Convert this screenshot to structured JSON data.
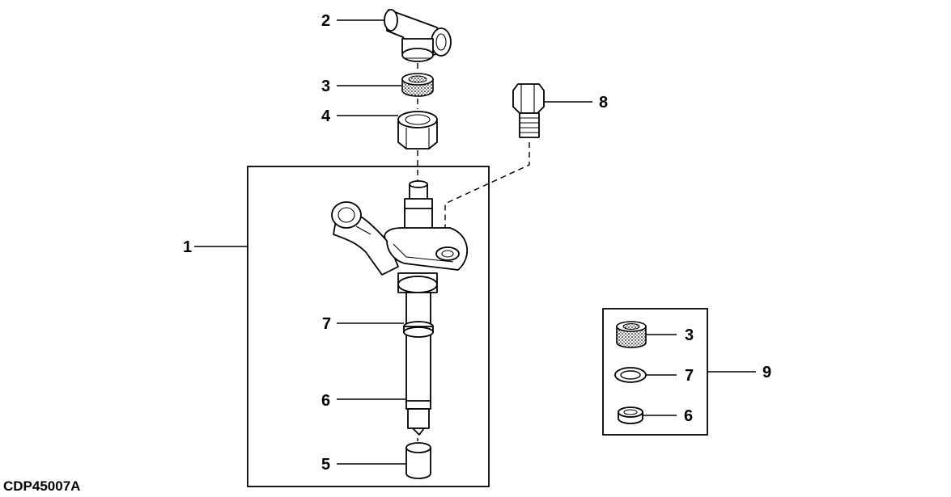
{
  "figure_id": "CDP45007A",
  "callouts": {
    "injector_assembly": "1",
    "tee_fitting": "2",
    "seal_top": "3",
    "nut": "4",
    "nozzle_cap": "5",
    "lower_seal": "6",
    "washer": "7",
    "cap_screw": "8",
    "seal_kit": "9",
    "kit_seal": "3",
    "kit_washer": "7",
    "kit_lower_seal": "6"
  }
}
